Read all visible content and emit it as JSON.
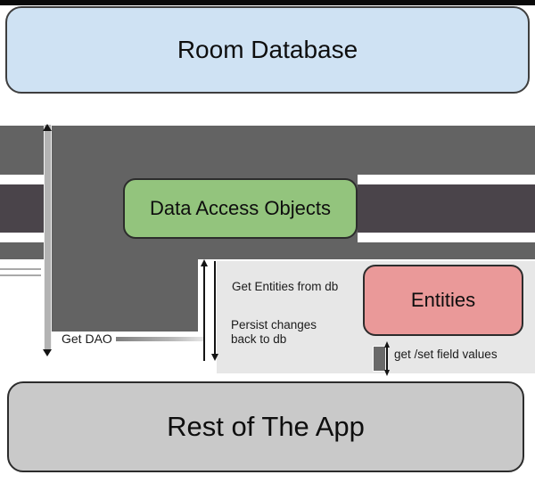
{
  "boxes": {
    "room_database": "Room Database",
    "dao": "Data Access Objects",
    "entities": "Entities",
    "rest_of_app": "Rest of The App"
  },
  "labels": {
    "get_dao": "Get DAO",
    "get_entities": "Get Entities from db",
    "persist_line1": "Persist changes",
    "persist_line2": "back to db",
    "get_set": "get /set field values"
  },
  "colors": {
    "room_database_fill": "#cfe2f3",
    "dao_fill": "#93c47d",
    "entities_fill": "#ea9999",
    "rest_of_app_fill": "#c9c9c9",
    "band_medium_gray": "#636363",
    "band_dark_gray": "#4a444a",
    "get_dao_bar_gray": "#b3b3b3",
    "panel_light_gray": "#e7e7e7",
    "getset_bar_gray": "#696969"
  }
}
